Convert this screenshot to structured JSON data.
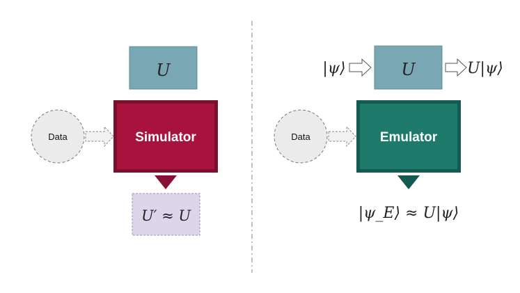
{
  "left_panel": {
    "unitary_label": "U",
    "data_label": "Data",
    "box_title": "Simulator",
    "output_label": "U′ ≈ U",
    "colors": {
      "box_fill": "#a8133e",
      "box_border": "#7a0f2e",
      "unitary_fill": "#79a8b4",
      "output_fill": "#ddd6eb",
      "output_border": "#9a93ad"
    }
  },
  "right_panel": {
    "input_state": "|ψ⟩",
    "unitary_label": "U",
    "output_state": "U|ψ⟩",
    "data_label": "Data",
    "box_title": "Emulator",
    "output_label": "|ψ_E⟩ ≈ U|ψ⟩",
    "colors": {
      "box_fill": "#1e7b6c",
      "box_border": "#135b50",
      "unitary_fill": "#79a8b4"
    }
  },
  "icons": {
    "hollow_arrow": "hollow-right-arrow-icon",
    "down_arrow": "filled-down-arrow-icon",
    "data_circle": "dashed-circle-icon"
  }
}
